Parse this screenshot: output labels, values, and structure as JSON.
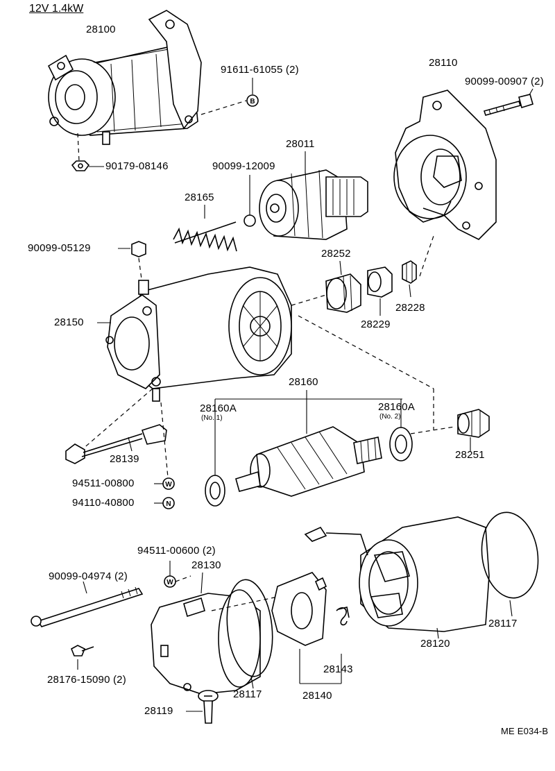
{
  "header": "12V 1.4kW",
  "footer_code": "ME E034-B",
  "callout_letters": {
    "b": "B",
    "w": "W",
    "n": "N"
  },
  "parts": {
    "p28100": "28100",
    "p91611": "91611-61055 (2)",
    "p90179": "90179-08146",
    "p28110": "28110",
    "p90099_00907": "90099-00907 (2)",
    "p28011": "28011",
    "p90099_12009": "90099-12009",
    "p28165": "28165",
    "p90099_05129": "90099-05129",
    "p28252": "28252",
    "p28228": "28228",
    "p28229": "28229",
    "p28150": "28150",
    "p28160": "28160",
    "p28160a_1": "28160A",
    "p28160a_1_sub": "(No. 1)",
    "p28160a_2": "28160A",
    "p28160a_2_sub": "(No. 2)",
    "p28251": "28251",
    "p28139": "28139",
    "p94511_00800": "94511-00800",
    "p94110": "94110-40800",
    "p94511_00600": "94511-00600 (2)",
    "p28130": "28130",
    "p90099_04974": "90099-04974 (2)",
    "p28117_right": "28117",
    "p28120": "28120",
    "p28143": "28143",
    "p28176": "28176-15090 (2)",
    "p28117_bottom": "28117",
    "p28140": "28140",
    "p28119": "28119"
  }
}
